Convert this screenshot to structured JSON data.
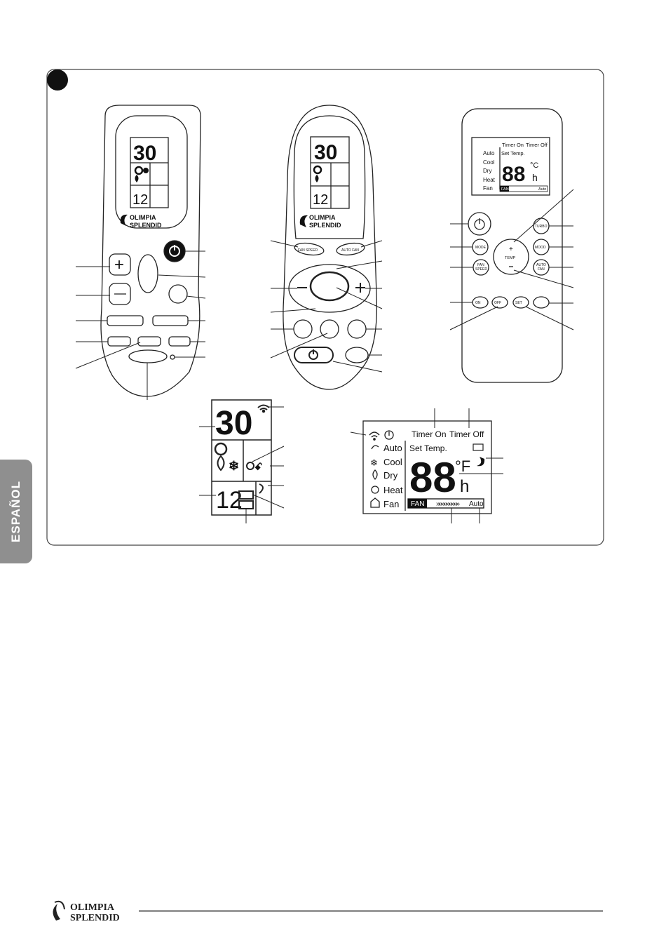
{
  "section_marker": "",
  "side_tab": {
    "text": "ESPAÑOL"
  },
  "brand": {
    "line1": "OLIMPIA",
    "line2": "SPLENDID"
  },
  "remote1": {
    "display_temp": "30",
    "timer_digits": "12"
  },
  "remote2": {
    "display_temp": "30",
    "timer_digits": "12",
    "fan_speed_label": "FAN SPEED",
    "auto_fan_label": "AUTO FAN"
  },
  "remote3": {
    "timer_on": "Timer On",
    "timer_off": "Timer Off",
    "set_temp": "Set Temp.",
    "modes": [
      "Auto",
      "Cool",
      "Dry",
      "Heat",
      "Fan"
    ],
    "digits": "88",
    "unit_c": "°C",
    "unit_h": "h",
    "fan_tag": "FAN",
    "fan_auto": "Auto",
    "buttons": {
      "mode": "MODE",
      "fan_speed_1": "FAN",
      "fan_speed_2": "SPEED",
      "temp": "TEMP",
      "turbo": "TURBO",
      "mood": "MOOD",
      "auto_fan_1": "AUTO",
      "auto_fan_2": "FAN",
      "on": "ON",
      "off": "OFF",
      "set": "SET"
    }
  },
  "lcd_detail_left": {
    "temp": "30",
    "timer": "12"
  },
  "lcd_detail_right": {
    "timer_on": "Timer On",
    "timer_off": "Timer Off",
    "set_temp": "Set Temp.",
    "modes": [
      "Auto",
      "Cool",
      "Dry",
      "Heat",
      "Fan"
    ],
    "digits": "88",
    "unit_f": "°F",
    "unit_h": "h",
    "fan_tag": "FAN",
    "fan_auto": "Auto"
  },
  "colors": {
    "ink": "#1a1a1a",
    "frame": "#444444",
    "tab": "#8f8f8f",
    "footer_line": "#9a9a9a"
  }
}
